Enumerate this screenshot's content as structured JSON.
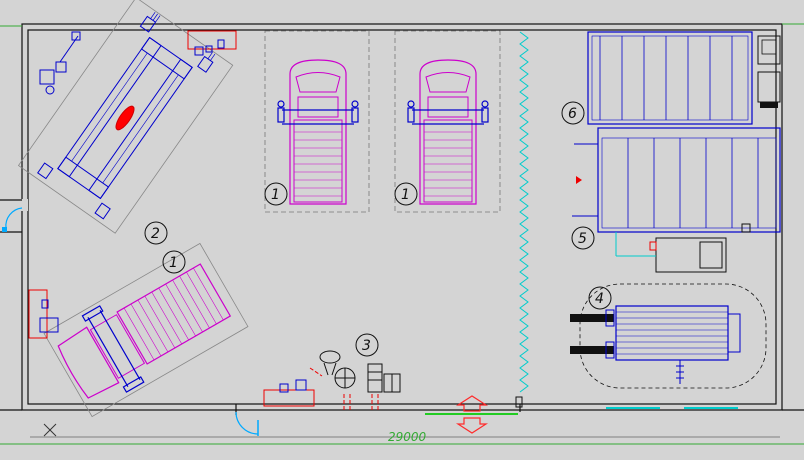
{
  "plan": {
    "dimension_label": "29000",
    "markers": {
      "post_left": "1",
      "post_right": "1",
      "lift_label": "2",
      "truck_label": "1",
      "equipment_label": "3",
      "stand_label": "4",
      "rack_upper_label": "6",
      "rack_lower_label": "5"
    }
  },
  "colors": {
    "background": "#d4d4d4",
    "walls": "#111111",
    "vehicle": "#cc00cc",
    "equipment": "#0000cc",
    "accent": "#ff0000",
    "aux": "#00cccc",
    "dimension": "#33aa33",
    "dashed": "#777777"
  }
}
